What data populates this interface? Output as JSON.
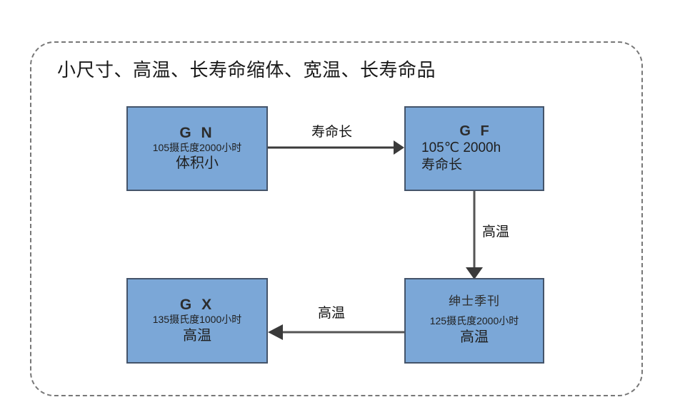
{
  "page": {
    "title": "小尺寸、高温、长寿命缩体、宽温、长寿命品",
    "background_color": "#ffffff",
    "frame_border_color": "#777777",
    "node_fill_color": "#7BA7D7",
    "node_border_color": "#44546A",
    "connector_color": "#404040"
  },
  "nodes": [
    {
      "id": "gn",
      "title": "G N",
      "subtitle": "105摄氏度2000小时",
      "footer": "体积小"
    },
    {
      "id": "gf",
      "title": "G F",
      "subtitle": "105℃ 2000h",
      "footer": "寿命长"
    },
    {
      "id": "gx",
      "title": "G X",
      "subtitle": "135摄氏度1000小时",
      "footer": "高温"
    },
    {
      "id": "gq",
      "title": "绅士季刊",
      "subtitle": "125摄氏度2000小时",
      "footer": "高温"
    }
  ],
  "edges": [
    {
      "id": "gn-to-gf",
      "label": "寿命长",
      "from": "gn",
      "to": "gf",
      "direction": "right"
    },
    {
      "id": "gf-to-gq",
      "label": "高温",
      "from": "gf",
      "to": "gq",
      "direction": "down"
    },
    {
      "id": "gq-to-gx",
      "label": "高温",
      "from": "gq",
      "to": "gx",
      "direction": "left"
    }
  ]
}
